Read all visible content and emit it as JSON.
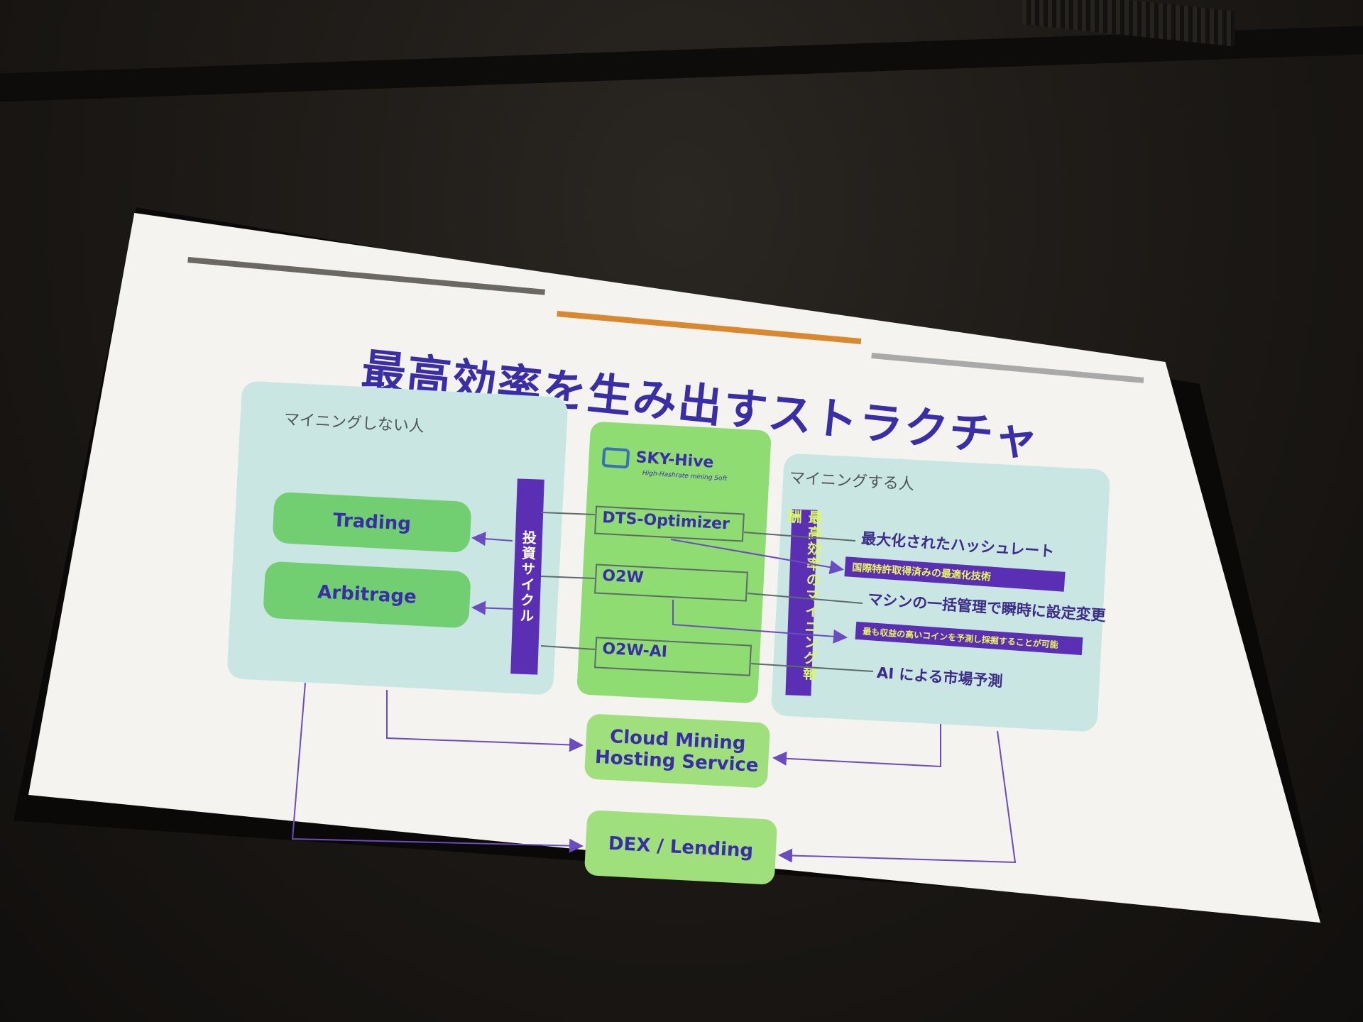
{
  "slide": {
    "title": "最高効率を生み出すストラクチャ",
    "left_panel_label": "マイニングしない人",
    "right_panel_label": "マイニングする人",
    "logo": {
      "name": "SKY-Hive",
      "tagline": "High-Hashrate mining Soft"
    },
    "left_items": [
      "Trading",
      "Arbitrage"
    ],
    "invest_cycle": "投資サイクル",
    "mining_reward": "最高効率のマイニング報酬",
    "tools": [
      "DTS-Optimizer",
      "O2W",
      "O2W-AI"
    ],
    "features": [
      {
        "text": "最大化されたハッシュレート",
        "tag": "国際特許取得済みの最適化技術"
      },
      {
        "text": "マシンの一括管理で瞬時に設定変更",
        "tag": "最も収益の高いコインを予測し採掘することが可能"
      },
      {
        "text": "AI による市場予測"
      }
    ],
    "outputs": {
      "cloud_line1": "Cloud Mining",
      "cloud_line2": "Hosting Service",
      "dex": "DEX / Lending"
    }
  },
  "colors": {
    "title": "#3a2ea8",
    "accent_purple": "#5b2fb4",
    "panel_teal": "#c9e6e3",
    "green": "#8fdc72",
    "top_line_dark": "#6b6863",
    "top_line_orange": "#d9892c",
    "top_line_grey": "#a9a9a8",
    "tag_text": "#e9f75d"
  }
}
